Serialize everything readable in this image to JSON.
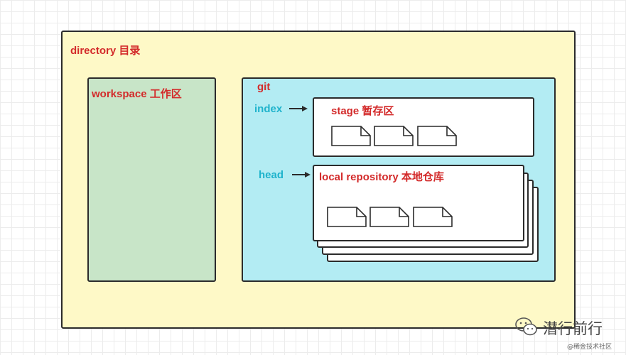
{
  "directory": {
    "label": "directory 目录"
  },
  "workspace": {
    "label": "workspace 工作区"
  },
  "git": {
    "label": "git",
    "index_label": "index",
    "head_label": "head",
    "stage": {
      "label": "stage 暂存区"
    },
    "local_repository": {
      "label": "local repository 本地仓库"
    }
  },
  "watermark": {
    "account": "潜行前行",
    "site": "@稀金技术社区"
  },
  "colors": {
    "directory_fill": "#fef9c7",
    "workspace_fill": "#c8e5c8",
    "git_fill": "#b3ecf3",
    "label_red": "#d32a2a",
    "label_cyan": "#1fb3cc"
  }
}
